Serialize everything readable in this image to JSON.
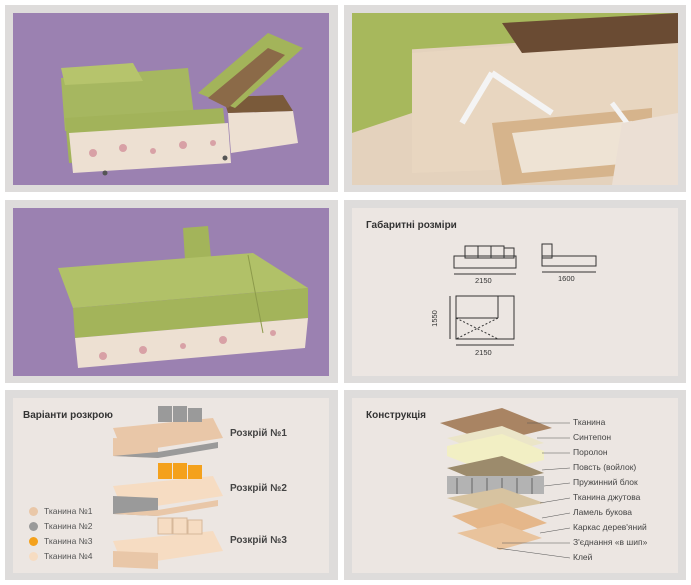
{
  "dimensions": {
    "title": "Габаритні розміри",
    "width_top": "2150",
    "depth_side": "1600",
    "side_plan": "1550",
    "width_plan": "2150"
  },
  "cut_variants": {
    "title": "Варіанти розкрою",
    "options": [
      "Розкрій №1",
      "Розкрій №2",
      "Розкрій №3"
    ],
    "fabrics": [
      {
        "label": "Тканина №1",
        "color": "#e9c7a8"
      },
      {
        "label": "Тканина №2",
        "color": "#9a9a9a"
      },
      {
        "label": "Тканина №3",
        "color": "#f4a11c"
      },
      {
        "label": "Тканина №4",
        "color": "#f6dcc2"
      }
    ]
  },
  "construction": {
    "title": "Конструкція",
    "layers": [
      "Тканина",
      "Синтепон",
      "Поролон",
      "Повсть (войлок)",
      "Пружинний блок",
      "Тканина джутова",
      "Ламель букова",
      "Каркас дерев'яний",
      "З'єднання «в шип»",
      "Клей"
    ]
  },
  "colors": {
    "lavender": "#9b81b1",
    "upholstery": "#a3b45a",
    "panel": "#dedcdb",
    "beige": "#ece6e2"
  }
}
